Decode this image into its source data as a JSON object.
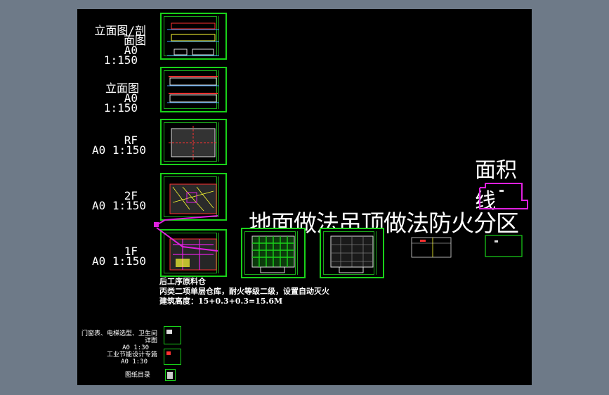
{
  "labels": {
    "l1a": "立面图/剖面图",
    "l1b": "A0 1:150",
    "l2a": "立面图",
    "l2b": "A0 1:150",
    "l3a": "RF",
    "l3b": "A0 1:150",
    "l4a": "2F",
    "l4b": "A0 1:150",
    "l5a": "1F",
    "l5b": "A0 1:150"
  },
  "notes": {
    "line1": "后工序原料仓",
    "line2": "丙类二项单层仓库，耐火等级二级，设置自动灭火",
    "line3": "建筑高度：15+0.3+0.3=15.6M"
  },
  "bottom_labels": {
    "b1a": "门窗表、电梯选型、卫生间详图",
    "b1b": "A0 1:30",
    "b2a": "工业节能设计专篇",
    "b2b": "A0 1:30",
    "b3": "图纸目录"
  },
  "headings": {
    "floor_ceiling_fire": "地面做法吊顶做法防火分区",
    "area_line": "面积线"
  },
  "colors": {
    "canvas": "#000000",
    "frame": "#6e7a88",
    "sheet_border": "#19d219",
    "magenta": "#e020e0",
    "red": "#ff3030",
    "yellow": "#ffff33"
  }
}
